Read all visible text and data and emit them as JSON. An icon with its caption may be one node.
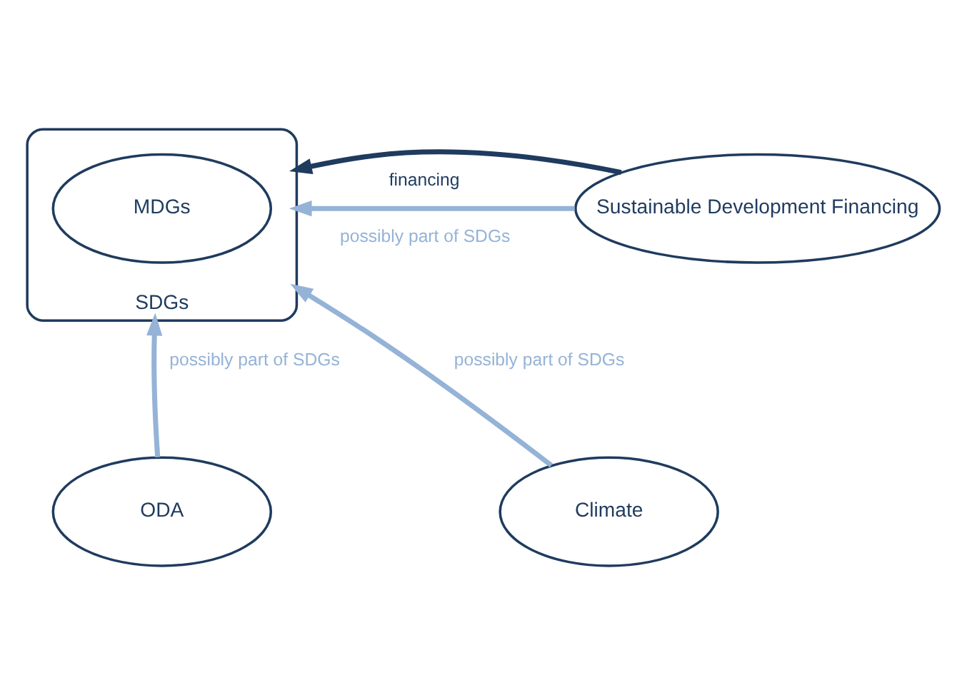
{
  "diagram": {
    "nodes": [
      {
        "text": [
          "SDGs"
        ]
      },
      {
        "text": [
          "MDGs"
        ],
        "in": 0
      },
      {
        "text": [
          "Sustainable Development Financing"
        ]
      },
      {
        "text": [
          "ODA"
        ]
      },
      {
        "text": [
          "Climate"
        ]
      }
    ],
    "edges": [
      {
        "from": 2,
        "to": 0,
        "arrow": "to",
        "label": "financing",
        "color": "#1f3b5e"
      },
      {
        "from": 2,
        "to": 0,
        "arrow": "to",
        "label": "possibly part of SDGs"
      },
      {
        "from": 3,
        "to": 0,
        "arrow": "to",
        "label": "possibly part of SDGs"
      },
      {
        "from": 4,
        "to": 0,
        "arrow": "to",
        "label": "possibly part of SDGs"
      }
    ]
  }
}
